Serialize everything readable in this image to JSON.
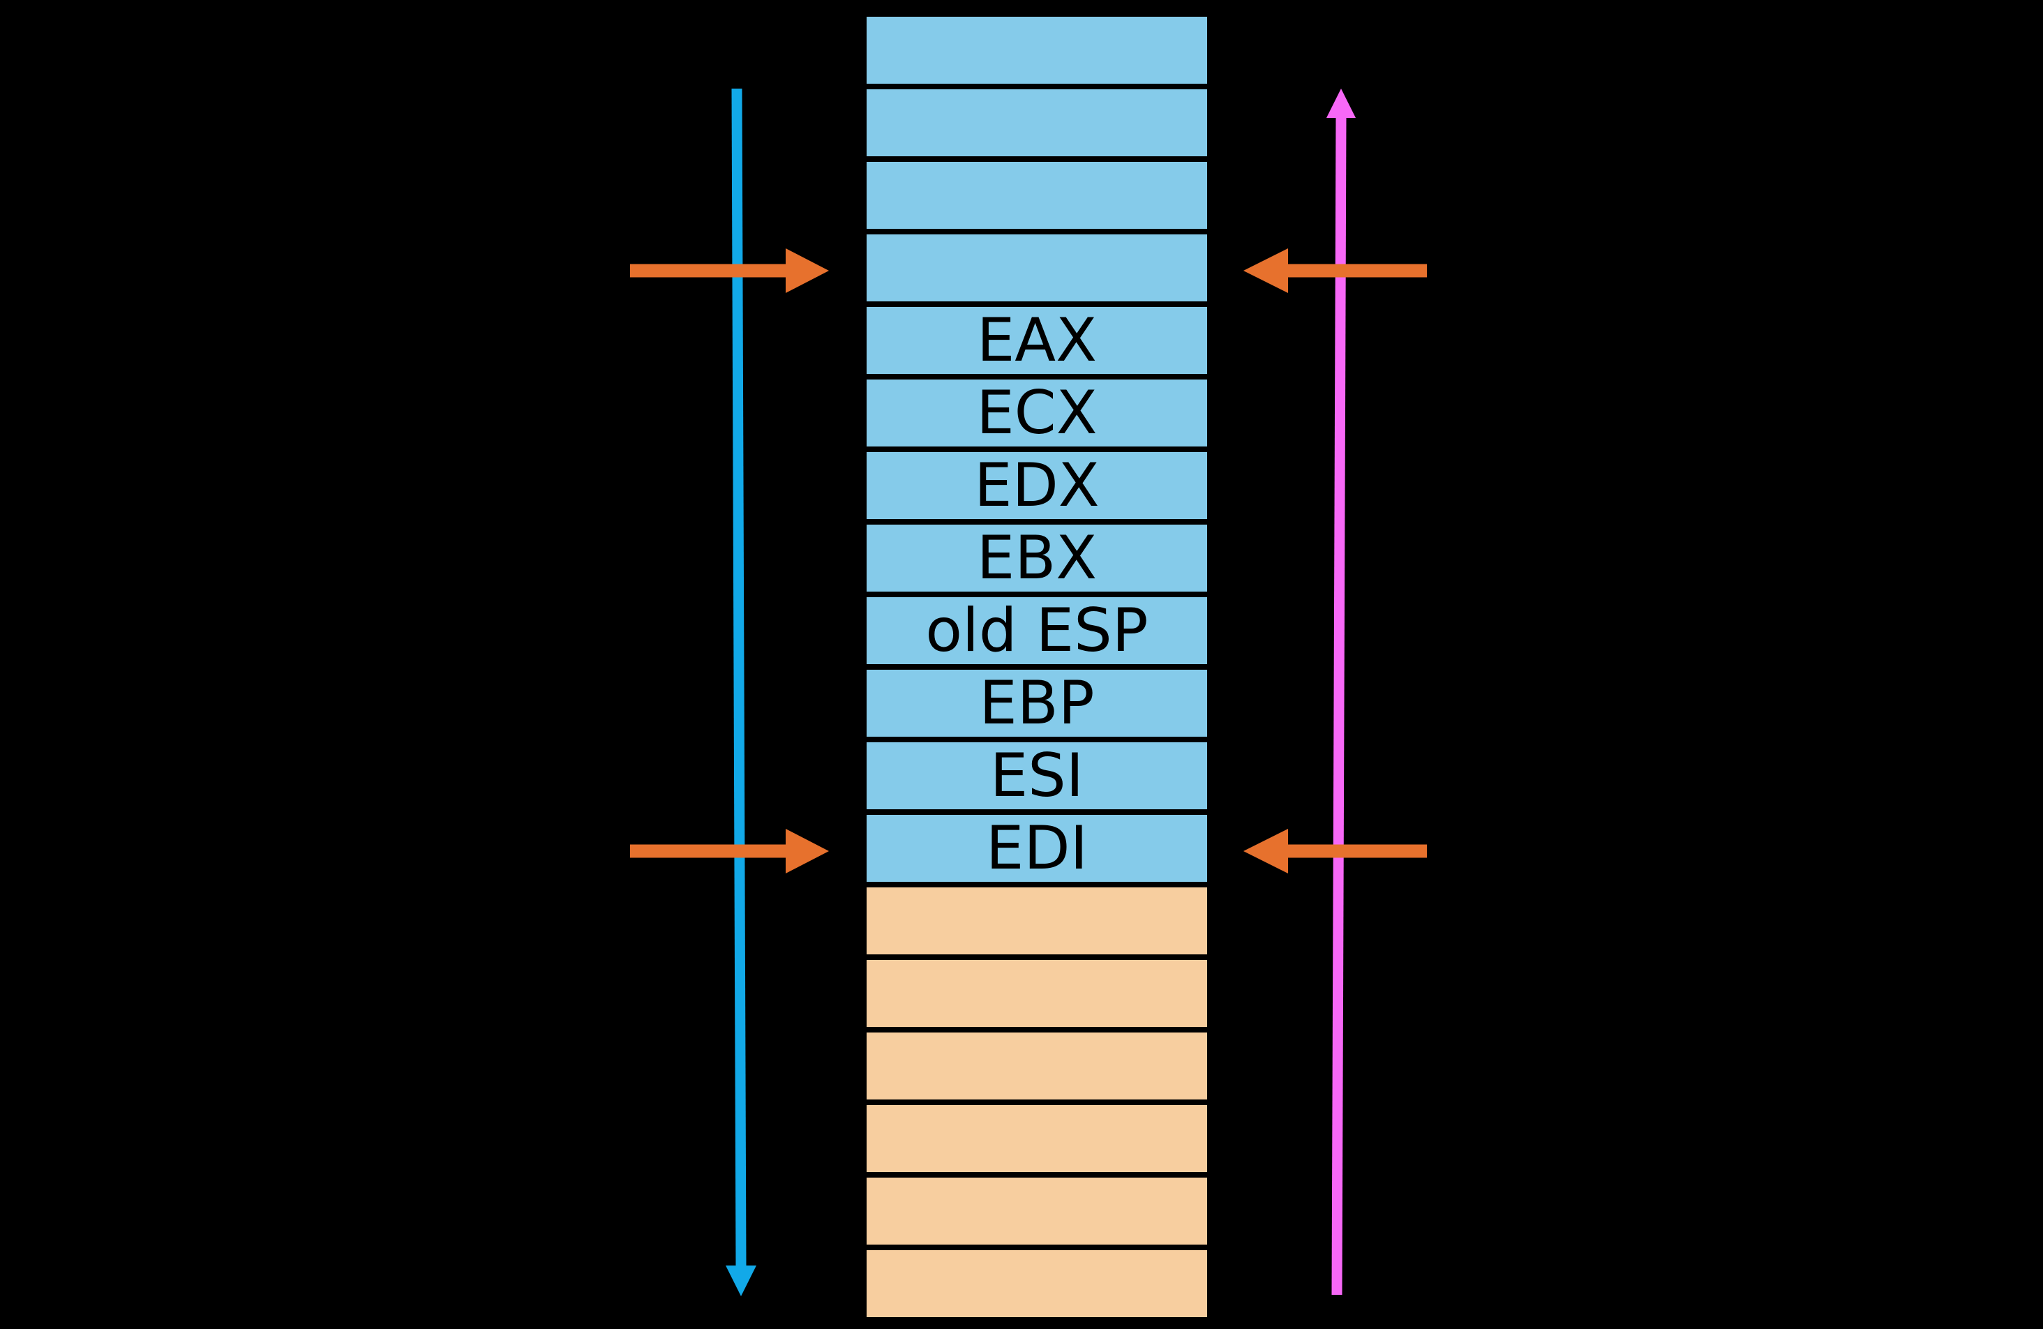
{
  "colors": {
    "background": "#000000",
    "cell-blue": "#85CBEA",
    "cell-tan": "#F7CE9F",
    "cell-border": "#000000",
    "label-text": "#000000",
    "arrow-blue": "#12A9E8",
    "arrow-magenta": "#F768F7",
    "arrow-orange": "#E7712D"
  },
  "stack": {
    "rows": [
      {
        "label": "",
        "variant": "blue"
      },
      {
        "label": "",
        "variant": "blue"
      },
      {
        "label": "",
        "variant": "blue"
      },
      {
        "label": "",
        "variant": "blue"
      },
      {
        "label": "EAX",
        "variant": "blue"
      },
      {
        "label": "ECX",
        "variant": "blue"
      },
      {
        "label": "EDX",
        "variant": "blue"
      },
      {
        "label": "EBX",
        "variant": "blue"
      },
      {
        "label": "old ESP",
        "variant": "blue"
      },
      {
        "label": "EBP",
        "variant": "blue"
      },
      {
        "label": "ESI",
        "variant": "blue"
      },
      {
        "label": "EDI",
        "variant": "blue"
      },
      {
        "label": "",
        "variant": "tan"
      },
      {
        "label": "",
        "variant": "tan"
      },
      {
        "label": "",
        "variant": "tan"
      },
      {
        "label": "",
        "variant": "tan"
      },
      {
        "label": "",
        "variant": "tan"
      },
      {
        "label": "",
        "variant": "tan"
      }
    ]
  },
  "arrows": {
    "left_vertical": {
      "direction": "down",
      "color": "#12A9E8"
    },
    "right_vertical": {
      "direction": "up",
      "color": "#F768F7"
    },
    "pointer_top_left": {
      "direction": "right",
      "color": "#E7712D"
    },
    "pointer_top_right": {
      "direction": "left",
      "color": "#E7712D"
    },
    "pointer_bottom_left": {
      "direction": "right",
      "color": "#E7712D"
    },
    "pointer_bottom_right": {
      "direction": "left",
      "color": "#E7712D"
    }
  }
}
